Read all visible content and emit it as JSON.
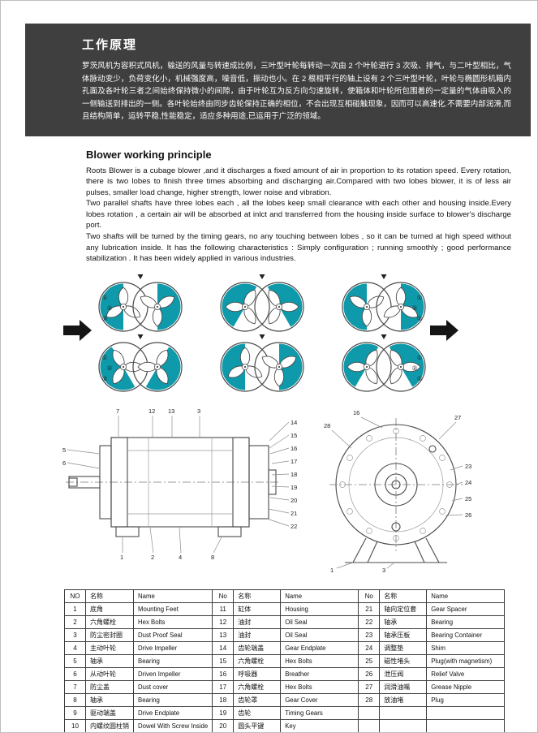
{
  "colors": {
    "header_bg": "#3f3f3f",
    "accent_teal": "#0e9aaa"
  },
  "header": {
    "title": "工作原理",
    "body": "罗茨风机为容积式风机，输送的风量与转速成比例，三叶型叶轮每转动一次由 2 个叶轮进行 3 次吸、排气，与二叶型相比，气体脉动变少，负荷变化小，机械强度高，噪音低，振动也小。在 2 根相平行的轴上设有 2 个三叶型叶轮，叶轮与椭圆形机箱内孔面及各叶轮三者之间始终保持微小的间隙，由于叶轮互为反方向匀速旋转，使箱体和叶轮所包围着的一定量的气体由吸入的一侧输送到排出的一侧。各叶轮始终由同步齿轮保持正确的相位，不会出现互相碰触现象，因而可以高速化.不需要内部润滑,而且结构简单，运转平稳,性能稳定，适应多种用途,已运用于广泛的领域。"
  },
  "main": {
    "heading": "Blower working principle",
    "paragraphs": [
      "Roots Blower is a cubage blower ,and it discharges a fixed amount of air in proportion to its rotation speed. Every rotation, there is two lobes to finish three times absorbing and discharging air.Compared with two lobes blower, it is of less air pulses, smaller load change, higher strength, lower noise and vibration.",
      "Two parallel shafts have three lobes each , all the lobes keep small clearance with each other and housing inside.Every lobes rotation , a certain air will be absorbed at inlct and transferred from the housing inside surface to blower's discharge port.",
      "Two shafts will be turned by the timing gears, no any touching between lobes , so it can be turned at high speed without any lubrication inside. It has the following characteristics : Simply configuration ; running smoothly ; good performance stabilization . It has been widely applied in various industries."
    ]
  },
  "rotation_diagram": {
    "lobe_labels": [
      "①",
      "②",
      "③"
    ]
  },
  "drawings": {
    "left_top": [
      "7",
      "12",
      "13",
      "3"
    ],
    "left_right_column": [
      "14",
      "15",
      "16",
      "17",
      "18",
      "19",
      "20",
      "21",
      "22"
    ],
    "left_left_column": [
      "5",
      "6"
    ],
    "left_bottom": [
      "1",
      "2",
      "4",
      "8"
    ],
    "right_top": [
      "16",
      "27",
      "28"
    ],
    "right_right_column": [
      "23",
      "24",
      "25",
      "26"
    ],
    "right_bottom": [
      "1",
      "3"
    ]
  },
  "parts_table": {
    "columns": [
      "NO",
      "名称",
      "Name",
      "No",
      "名称",
      "Name",
      "No",
      "名称",
      "Name"
    ],
    "rows": [
      [
        "1",
        "底角",
        "Mounting Feet",
        "11",
        "缸体",
        "Housing",
        "21",
        "轴向定位套",
        "Gear Spacer"
      ],
      [
        "2",
        "六角螺栓",
        "Hex Bolts",
        "12",
        "油封",
        "Oil Seal",
        "22",
        "轴承",
        "Bearing"
      ],
      [
        "3",
        "防尘密封圈",
        "Dust Proof Seal",
        "13",
        "油封",
        "Oil Seal",
        "23",
        "轴承压板",
        "Bearing Container"
      ],
      [
        "4",
        "主动叶轮",
        "Drive Impeller",
        "14",
        "齿轮端盖",
        "Gear Endplate",
        "24",
        "调整垫",
        "Shim"
      ],
      [
        "5",
        "轴承",
        "Bearing",
        "15",
        "六角螺栓",
        "Hex Bolts",
        "25",
        "磁性堵头",
        "Plug(with magnetism)"
      ],
      [
        "6",
        "从动叶轮",
        "Driven Impeller",
        "16",
        "呼吸器",
        "Breather",
        "26",
        "泄压阀",
        "Relief Valve"
      ],
      [
        "7",
        "防尘盖",
        "Dust cover",
        "17",
        "六角螺栓",
        "Hex Bolts",
        "27",
        "润滑油嘴",
        "Grease Nipple"
      ],
      [
        "8",
        "轴承",
        "Bearing",
        "18",
        "齿轮罩",
        "Gear Cover",
        "28",
        "放油堵",
        "Plug"
      ],
      [
        "9",
        "驱动端盖",
        "Drive Endplate",
        "19",
        "齿轮",
        "Timing Gears",
        "",
        "",
        ""
      ],
      [
        "10",
        "内螺纹圆柱销",
        "Dowel With Screw Inside",
        "20",
        "圆头平键",
        "Key",
        "",
        "",
        ""
      ]
    ]
  }
}
